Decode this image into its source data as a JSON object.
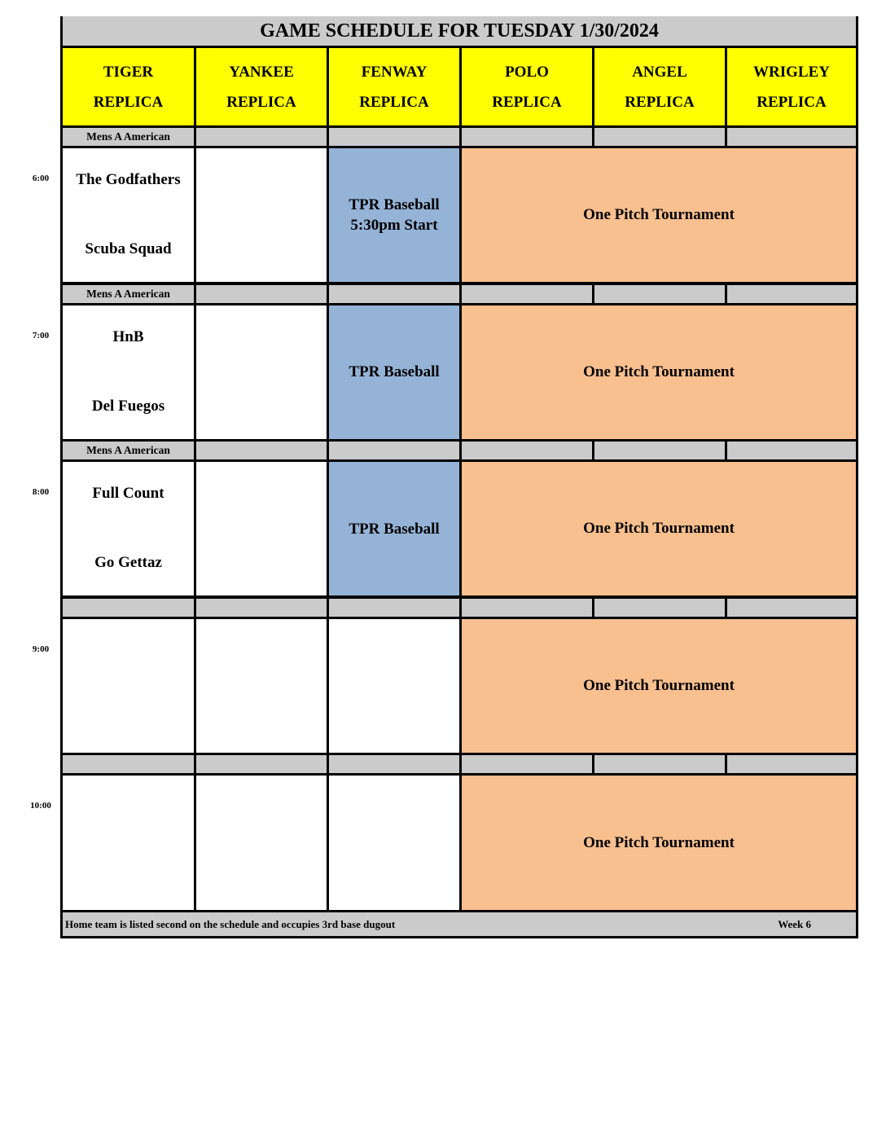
{
  "title": "GAME SCHEDULE FOR TUESDAY 1/30/2024",
  "fields": [
    {
      "name": "TIGER",
      "sub": "REPLICA"
    },
    {
      "name": "YANKEE",
      "sub": "REPLICA"
    },
    {
      "name": "FENWAY",
      "sub": "REPLICA"
    },
    {
      "name": "POLO",
      "sub": "REPLICA"
    },
    {
      "name": "ANGEL",
      "sub": "REPLICA"
    },
    {
      "name": "WRIGLEY",
      "sub": "REPLICA"
    }
  ],
  "slots": [
    {
      "time": "6:00",
      "division": "Mens A American",
      "tiger": [
        "The Godfathers",
        "Scuba Squad"
      ],
      "fenway": [
        "TPR Baseball",
        "5:30pm Start"
      ],
      "merged": "One Pitch Tournament"
    },
    {
      "time": "7:00",
      "division": "Mens A American",
      "tiger": [
        "HnB",
        "Del Fuegos"
      ],
      "fenway": [
        "TPR Baseball"
      ],
      "merged": "One Pitch Tournament"
    },
    {
      "time": "8:00",
      "division": "Mens A American",
      "tiger": [
        "Full Count",
        "Go Gettaz"
      ],
      "fenway": [
        "TPR Baseball"
      ],
      "merged": "One Pitch Tournament"
    },
    {
      "time": "9:00",
      "division": "",
      "tiger": [],
      "fenway": [],
      "merged": "One Pitch Tournament"
    },
    {
      "time": "10:00",
      "division": "",
      "tiger": [],
      "fenway": [],
      "merged": "One Pitch Tournament"
    }
  ],
  "footer": {
    "note": "Home team is listed second on the schedule and occupies 3rd base dugout",
    "week": "Week 6"
  },
  "colors": {
    "header": "#ffff00",
    "fenway": "#95b3d7",
    "tournament": "#f8bf8f",
    "divider": "#cbcbcb"
  }
}
